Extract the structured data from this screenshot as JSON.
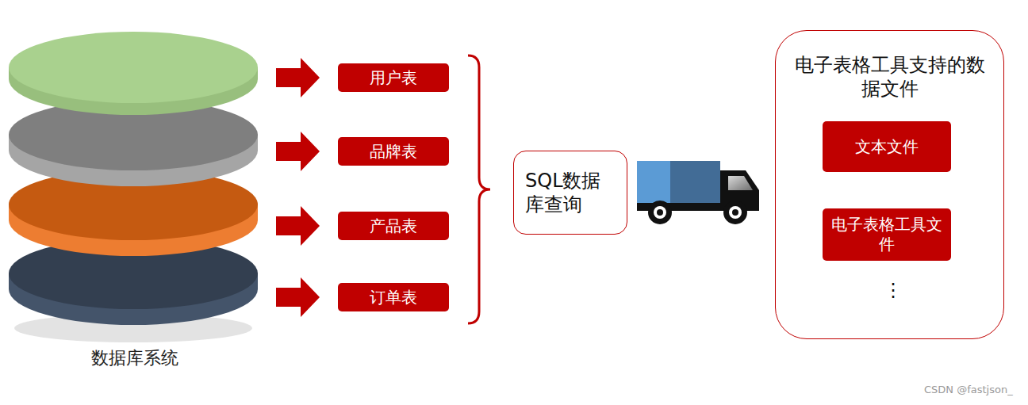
{
  "diagram": {
    "nodes": [
      {
        "text": [
          "数据库系统"
        ]
      },
      {
        "text": [
          "用户表"
        ]
      },
      {
        "text": [
          "品牌表"
        ]
      },
      {
        "text": [
          "产品表"
        ]
      },
      {
        "text": [
          "订单表"
        ]
      },
      {
        "text": [
          "SQL数据库查询"
        ]
      },
      {
        "text": [
          "电子表格工具支持的数据文件"
        ]
      },
      {
        "text": [
          "文本文件"
        ],
        "in": 6
      },
      {
        "text": [
          "电子表格工具文件"
        ],
        "in": 6
      }
    ],
    "edges": [
      {
        "from": 0,
        "to": 1,
        "arrow": "to"
      },
      {
        "from": 0,
        "to": 2,
        "arrow": "to"
      },
      {
        "from": 0,
        "to": 3,
        "arrow": "to"
      },
      {
        "from": 0,
        "to": 4,
        "arrow": "to"
      }
    ],
    "labels": [
      "⋮",
      "CSDN @fastjson_"
    ]
  }
}
